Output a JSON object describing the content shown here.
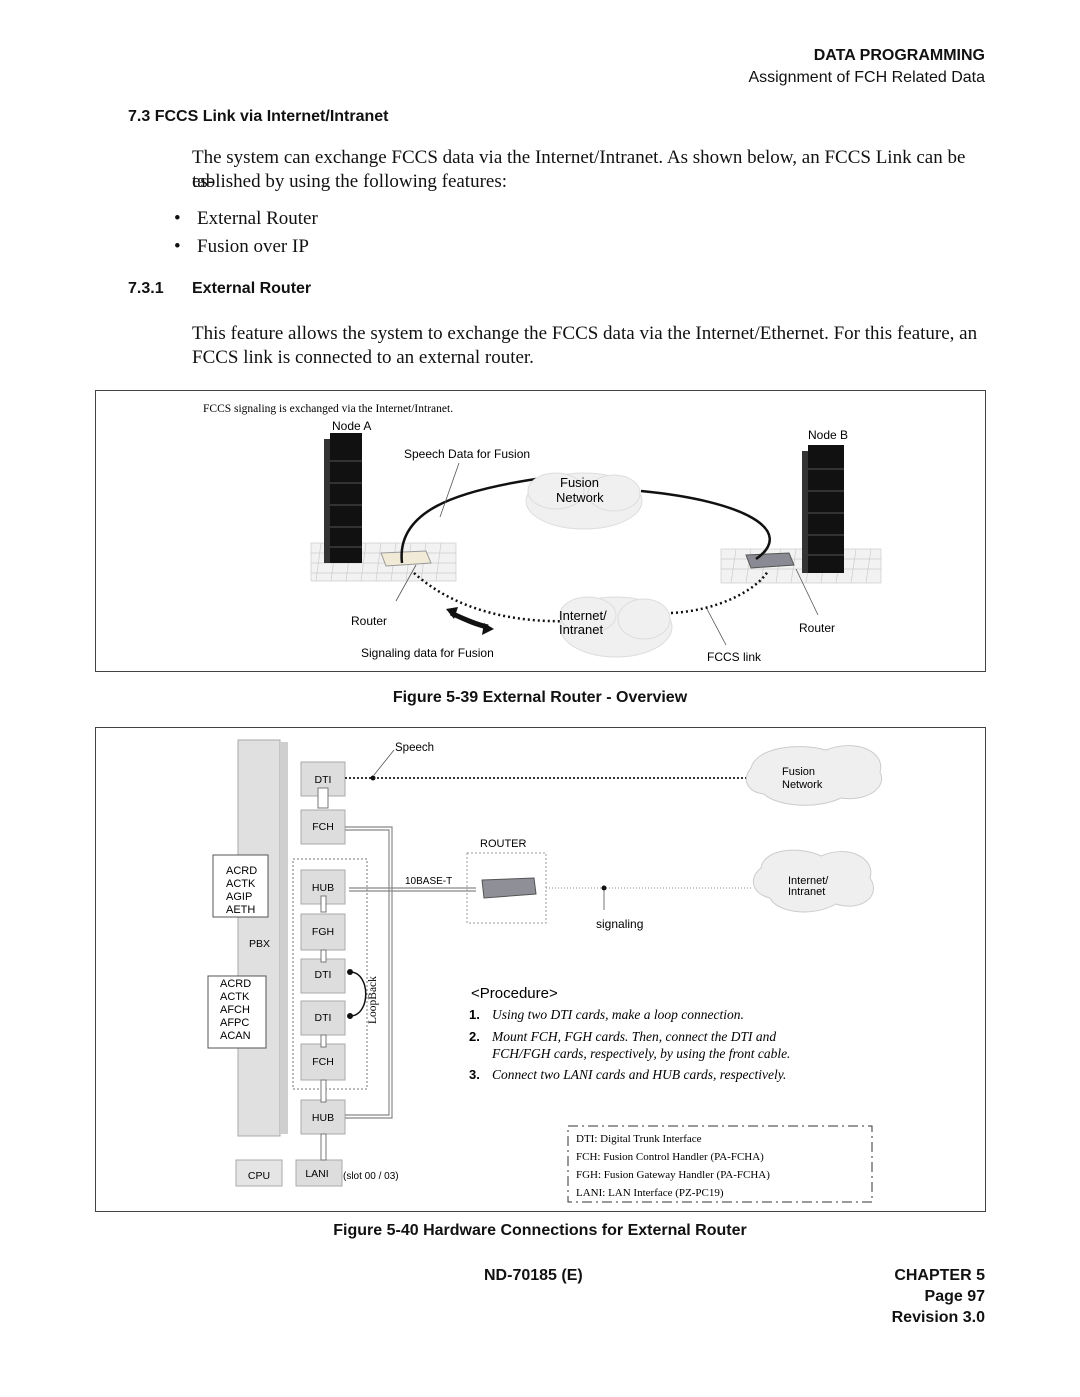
{
  "header": {
    "section_title": "DATA PROGRAMMING",
    "section_subtitle": "Assignment of FCH Related Data"
  },
  "section": {
    "heading": "7.3 FCCS Link via Internet/Intranet",
    "intro_line1": "The system can exchange FCCS data via the Internet/Intranet. As shown below, an FCCS Link can be es-",
    "intro_line2": "tablished by using the following features:",
    "bullets": [
      "External Router",
      "Fusion over IP"
    ]
  },
  "subsection": {
    "number": "7.3.1",
    "title": "External Router",
    "para_line1": "This feature allows the system to exchange the FCCS data via the Internet/Ethernet. For this feature, an",
    "para_line2": "FCCS link is connected to an external router."
  },
  "figure1": {
    "note": "FCCS signaling is exchanged via the Internet/Intranet.",
    "node_a": "Node A",
    "node_b": "Node B",
    "speech_label": "Speech Data for Fusion",
    "fusion_line1": "Fusion",
    "fusion_line2": "Network",
    "internet_line1": "Internet/",
    "internet_line2": "Intranet",
    "router_left": "Router",
    "router_right": "Router",
    "signaling_label": "Signaling data for Fusion",
    "fccs_link": "FCCS link",
    "caption": "Figure 5-39   External Router - Overview"
  },
  "figure2": {
    "speech": "Speech",
    "fusion_line1": "Fusion",
    "fusion_line2": "Network",
    "router": "ROUTER",
    "base_t": "10BASE-T",
    "internet_line1": "Internet/",
    "internet_line2": "Intranet",
    "signaling": "signaling",
    "pbx": "PBX",
    "cpu": "CPU",
    "lani": "LANI",
    "slot": "(slot 00 / 03)",
    "loopback": "LoopBack",
    "cards": {
      "dti1": "DTI",
      "fch1": "FCH",
      "hub1": "HUB",
      "fgh": "FGH",
      "dti2": "DTI",
      "dti3": "DTI",
      "fch2": "FCH",
      "hub2": "HUB"
    },
    "cmd_group1": [
      "ACRD",
      "ACTK",
      "AGIP",
      "AETH"
    ],
    "cmd_group2": [
      "ACRD",
      "ACTK",
      "AFCH",
      "AFPC",
      "ACAN"
    ],
    "procedure_title": "<Procedure>",
    "steps": [
      {
        "num": "1.",
        "text": "Using two DTI cards, make a loop connection."
      },
      {
        "num": "2.",
        "text": "Mount FCH, FGH cards. Then, connect the DTI and"
      },
      {
        "num": "",
        "text": "FCH/FGH cards, respectively, by using the front cable."
      },
      {
        "num": "3.",
        "text": "Connect two LANI cards and HUB cards, respectively."
      }
    ],
    "legend": [
      "DTI: Digital Trunk Interface",
      "FCH: Fusion Control Handler (PA-FCHA)",
      "FGH: Fusion Gateway Handler (PA-FCHA)",
      "LANI: LAN Interface (PZ-PC19)"
    ],
    "caption": "Figure 5-40   Hardware Connections for External Router"
  },
  "footer": {
    "doc_id": "ND-70185 (E)",
    "chapter": "CHAPTER 5",
    "page": "Page 97",
    "revision": "Revision 3.0"
  }
}
